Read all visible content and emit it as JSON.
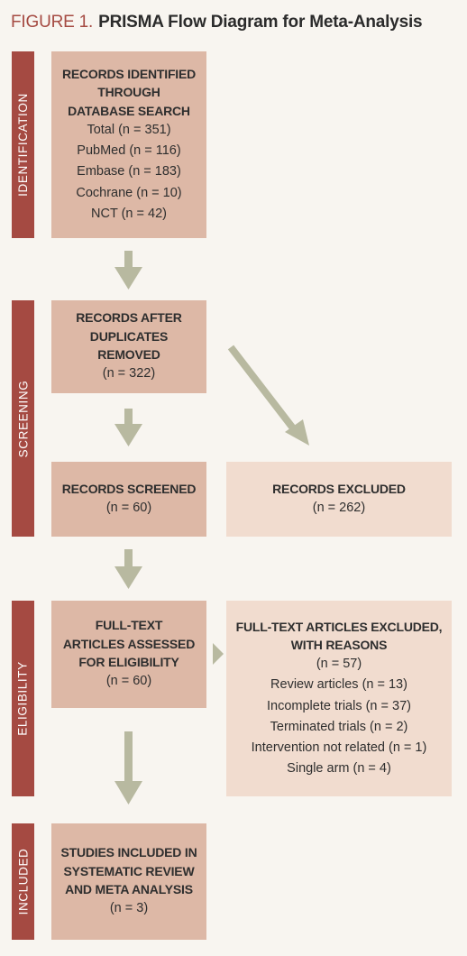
{
  "figure": {
    "label": "FIGURE 1.",
    "title": "PRISMA Flow Diagram for Meta-Analysis"
  },
  "stages": {
    "identification": "IDENTIFICATION",
    "screening": "SCREENING",
    "eligibility": "ELIGIBILITY",
    "included": "INCLUDED"
  },
  "boxes": {
    "identified": {
      "header": [
        "RECORDS IDENTIFIED",
        "THROUGH",
        "DATABASE SEARCH"
      ],
      "lines": [
        "Total (n = 351)",
        "PubMed (n = 116)",
        "Embase (n = 183)",
        "Cochrane (n = 10)",
        "NCT (n = 42)"
      ]
    },
    "after_duplicates": {
      "header": [
        "RECORDS AFTER",
        "DUPLICATES REMOVED"
      ],
      "lines": [
        "(n = 322)"
      ]
    },
    "screened": {
      "header": [
        "RECORDS SCREENED"
      ],
      "lines": [
        "(n = 60)"
      ]
    },
    "excluded": {
      "header": [
        "RECORDS EXCLUDED"
      ],
      "lines": [
        "(n = 262)"
      ]
    },
    "fulltext_assessed": {
      "header": [
        "FULL-TEXT",
        "ARTICLES ASSESSED",
        "FOR ELIGIBILITY"
      ],
      "lines": [
        "(n = 60)"
      ]
    },
    "fulltext_excluded": {
      "header": [
        "FULL-TEXT ARTICLES EXCLUDED,",
        "WITH REASONS"
      ],
      "lines": [
        "(n = 57)",
        "Review articles (n = 13)",
        "Incomplete trials (n = 37)",
        "Terminated trials (n = 2)",
        "Intervention not related (n = 1)",
        "Single arm (n = 4)"
      ]
    },
    "included": {
      "header": [
        "STUDIES INCLUDED IN",
        "SYSTEMATIC REVIEW",
        "AND META ANALYSIS"
      ],
      "lines": [
        "(n = 3)"
      ]
    }
  },
  "colors": {
    "stage_bar": "#a54a42",
    "primary_box": "#ddb8a6",
    "secondary_box": "#f1dccf",
    "arrow": "#b8b9a0",
    "background": "#f8f5f0"
  }
}
